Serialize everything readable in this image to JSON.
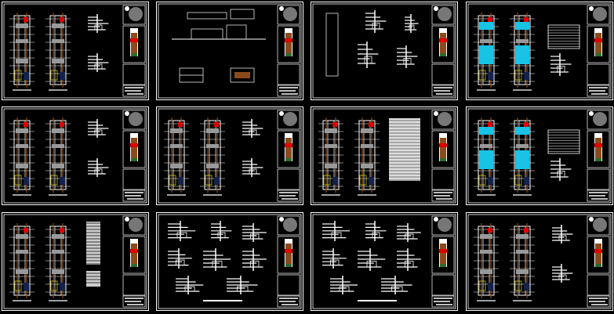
{
  "layout": {
    "columns": 4,
    "rows": 3
  },
  "colors": {
    "background": "#000000",
    "line": "#ffffff",
    "wall": "#8b4a1c",
    "accent_red": "#e00000",
    "accent_cyan": "#19c3e6",
    "accent_yellow": "#ffff00",
    "site_gray": "#777777"
  },
  "sheets": [
    {
      "id": 1,
      "kind": "plans-details"
    },
    {
      "id": 2,
      "kind": "elevations"
    },
    {
      "id": 3,
      "kind": "structural"
    },
    {
      "id": 4,
      "kind": "plans-tables"
    },
    {
      "id": 5,
      "kind": "plans-details"
    },
    {
      "id": 6,
      "kind": "plans-details"
    },
    {
      "id": 7,
      "kind": "plans-schedule"
    },
    {
      "id": 8,
      "kind": "plans-tables"
    },
    {
      "id": 9,
      "kind": "plans-notes"
    },
    {
      "id": 10,
      "kind": "details"
    },
    {
      "id": 11,
      "kind": "details"
    },
    {
      "id": 12,
      "kind": "plans-details"
    }
  ]
}
